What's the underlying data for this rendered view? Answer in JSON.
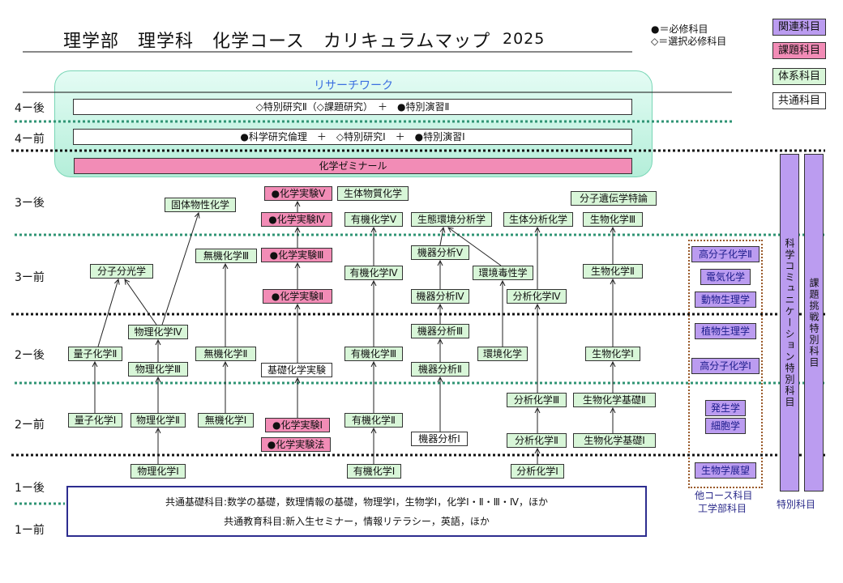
{
  "header": {
    "title": "理学部　理学科　化学コース　カリキュラムマップ",
    "year": "2025"
  },
  "legend": {
    "required": "●＝必修科目",
    "elective_required": "◇＝選択必修科目",
    "related": {
      "label": "関連科目",
      "color": "#bb9cf0"
    },
    "task": {
      "label": "課題科目",
      "color": "#f28cb6"
    },
    "system": {
      "label": "体系科目",
      "color": "#d8f6d8"
    },
    "common": {
      "label": "共通科目",
      "color": "#ffffff"
    }
  },
  "semesters": {
    "y4_late": "4ー後",
    "y4_early": "4ー前",
    "y3_late": "3ー後",
    "y3_early": "3ー前",
    "y2_late": "2ー後",
    "y2_early": "2ー前",
    "y1_late": "1ー後",
    "y1_early": "1ー前"
  },
  "research_work": {
    "label": "リサーチワーク",
    "late4": "◇特別研究Ⅱ（◇課題研究）　＋　●特別演習Ⅱ",
    "early4": "●科学研究倫理　＋　◇特別研究Ⅰ　＋　●特別演習Ⅰ",
    "seminar": "化学ゼミナール"
  },
  "courses": {
    "quantum_1": "量子化学Ⅰ",
    "quantum_2": "量子化学Ⅱ",
    "mol_spectroscopy": "分子分光学",
    "phys_1": "物理化学Ⅰ",
    "phys_2": "物理化学Ⅱ",
    "phys_3": "物理化学Ⅲ",
    "phys_4": "物理化学Ⅳ",
    "solid_state": "固体物性化学",
    "inorg_1": "無機化学Ⅰ",
    "inorg_2": "無機化学Ⅱ",
    "inorg_3": "無機化学Ⅲ",
    "lab_1": "●化学実験Ⅰ",
    "lab_methods": "●化学実験法",
    "basic_lab": "基礎化学実験",
    "lab_2": "●化学実験Ⅱ",
    "lab_3": "●化学実験Ⅲ",
    "lab_4": "●化学実験Ⅳ",
    "lab_5": "●化学実験Ⅴ",
    "org_1": "有機化学Ⅰ",
    "org_2": "有機化学Ⅱ",
    "org_3": "有機化学Ⅲ",
    "org_4": "有機化学Ⅳ",
    "org_5": "有機化学Ⅴ",
    "biomaterial": "生体物質化学",
    "instr_1": "機器分析Ⅰ",
    "instr_2": "機器分析Ⅱ",
    "instr_3": "機器分析Ⅲ",
    "instr_4": "機器分析Ⅳ",
    "instr_5": "機器分析Ⅴ",
    "eco_env": "生態環境分析学",
    "env_tox": "環境毒性学",
    "env_chem": "環境化学",
    "anal_1": "分析化学Ⅰ",
    "anal_2": "分析化学Ⅱ",
    "anal_3": "分析化学Ⅲ",
    "anal_4": "分析化学Ⅳ",
    "bioanalytical": "生体分析化学",
    "biochem_basic_1": "生物化学基礎Ⅰ",
    "biochem_basic_2": "生物化学基礎Ⅱ",
    "biochem_1": "生物化学Ⅰ",
    "biochem_2": "生物化学Ⅱ",
    "biochem_3": "生物化学Ⅲ",
    "mol_genetics": "分子遺伝学特論"
  },
  "other_courses": {
    "polymer_2": "高分子化学Ⅱ",
    "electrochem": "電気化学",
    "animal_phys": "動物生理学",
    "plant_phys": "植物生理学",
    "polymer_1": "高分子化学Ⅰ",
    "embryology": "発生学",
    "cytology": "細胞学",
    "bio_outlook": "生物学展望",
    "label_other": "他コース科目",
    "label_eng": "工学部科目"
  },
  "special": {
    "sci_comm": "科学コミュニケーション特別科目",
    "challenge": "課題挑戦特別科目",
    "label": "特別科目"
  },
  "common": {
    "basic": "共通基礎科目:数学の基礎，数理情報の基礎，物理学Ⅰ，生物学Ⅰ，化学Ⅰ・Ⅱ・Ⅲ・Ⅳ，ほか",
    "general": "共通教育科目:新入生セミナー，情報リテラシー，英語，ほか"
  }
}
